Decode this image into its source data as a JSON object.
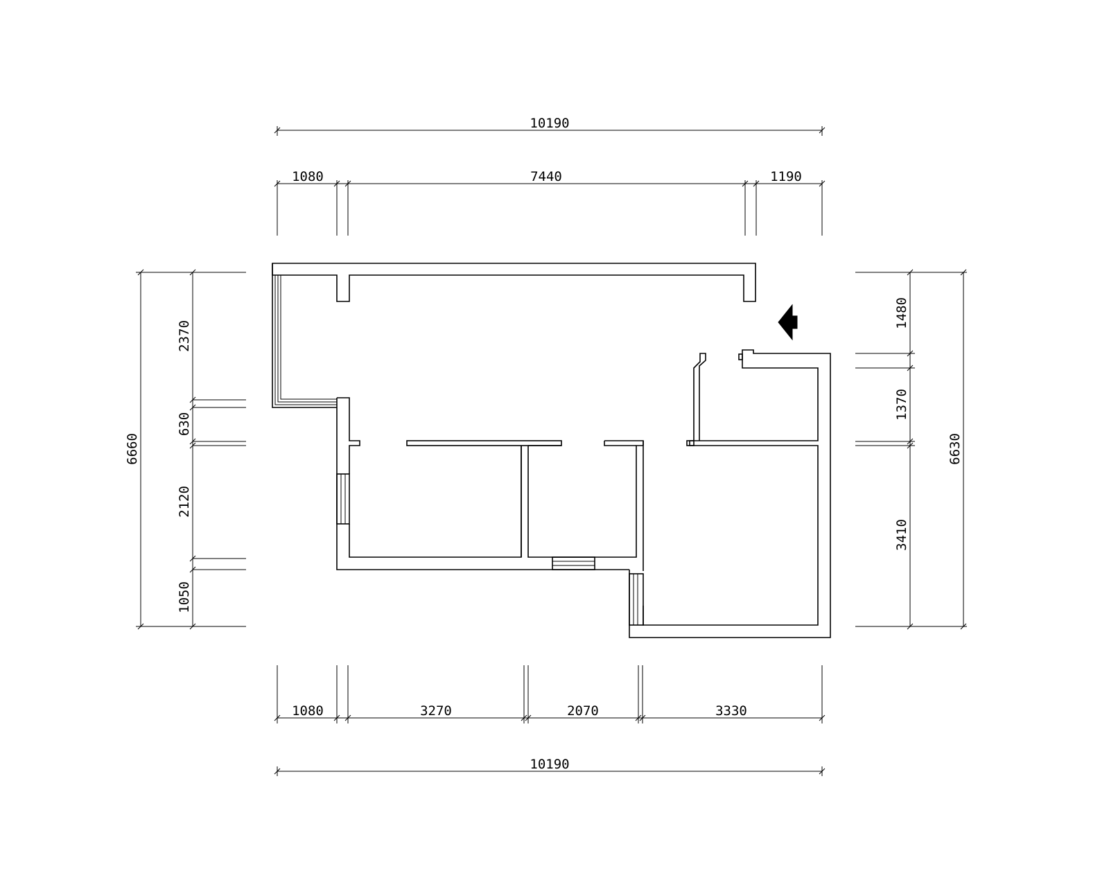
{
  "top_dims": {
    "overall": "10190",
    "seg_1": "1080",
    "seg_2": "7440",
    "seg_3": "1190"
  },
  "bottom_dims": {
    "seg_1": "1080",
    "seg_2": "3270",
    "seg_3": "2070",
    "seg_4": "3330",
    "overall": "10190"
  },
  "left_dims": {
    "overall": "6660",
    "seg_1": "2370",
    "seg_2": "630",
    "seg_3": "2120",
    "seg_4": "1050"
  },
  "right_dims": {
    "overall": "6630",
    "seg_1": "1480",
    "seg_2": "1370",
    "seg_3": "3410"
  },
  "entrance_marker": "entrance-arrow-icon"
}
